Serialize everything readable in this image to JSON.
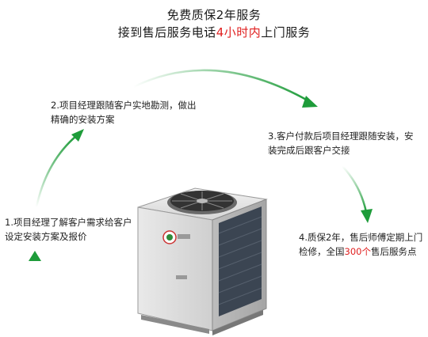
{
  "header": {
    "line1": "免费质保2年服务",
    "line2_prefix": "接到售后服务电话",
    "line2_highlight": "4小时内",
    "line2_suffix": "上门服务"
  },
  "steps": [
    {
      "text": "1.项目经理了解客户需求给客户设定安装方案及报价"
    },
    {
      "text": "2.项目经理跟随客户实地勘测，做出精确的安装方案"
    },
    {
      "text": "3.客户付款后项目经理跟随安装，安装完成后跟客户交接"
    },
    {
      "text_prefix": "4.质保2年，售后师傅定期上门检修，全国",
      "text_highlight": "300个",
      "text_suffix": "售后服务点"
    }
  ],
  "colors": {
    "accent_green": "#1e9c3a",
    "highlight_red": "#e02020"
  },
  "product_image": "heat-pump-unit"
}
